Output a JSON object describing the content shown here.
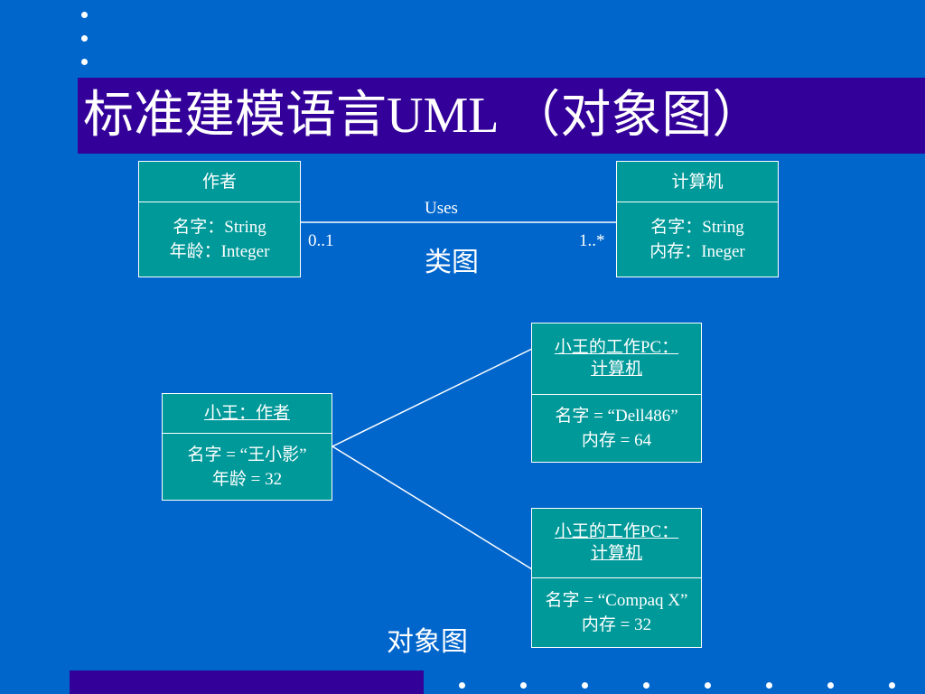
{
  "title": "标准建模语言UML （对象图）",
  "class_diagram": {
    "label": "类图",
    "author_class": {
      "name": "作者",
      "attr1": "名字：String",
      "attr2": "年龄：Integer"
    },
    "computer_class": {
      "name": "计算机",
      "attr1": "名字：String",
      "attr2": "内存：Ineger"
    },
    "association": {
      "name": "Uses",
      "left_mult": "0..1",
      "right_mult": "1..*"
    }
  },
  "object_diagram": {
    "label": "对象图",
    "author_obj": {
      "name": "小王：作者",
      "attr1": "名字 = “王小影”",
      "attr2": "年龄 = 32"
    },
    "pc_obj_1": {
      "name_line1": "小王的工作PC：",
      "name_line2": "计算机",
      "attr1": "名字 = “Dell486”",
      "attr2": "内存 = 64"
    },
    "pc_obj_2": {
      "name_line1": "小王的工作PC：",
      "name_line2": "计算机",
      "attr1": "名字 = “Compaq X”",
      "attr2": "内存 = 32"
    }
  },
  "colors": {
    "background": "#0066cc",
    "title_bar": "#330099",
    "box_fill": "#009999",
    "line": "#ffffff"
  }
}
